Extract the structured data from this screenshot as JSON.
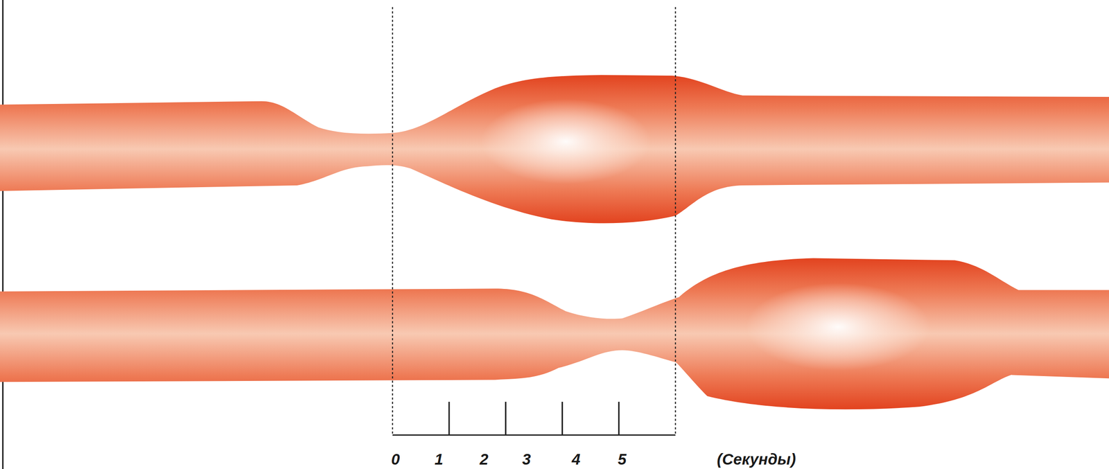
{
  "diagram": {
    "labels": [
      "0",
      "1",
      "2",
      "3",
      "4",
      "5",
      "(Секунды)"
    ]
  }
}
